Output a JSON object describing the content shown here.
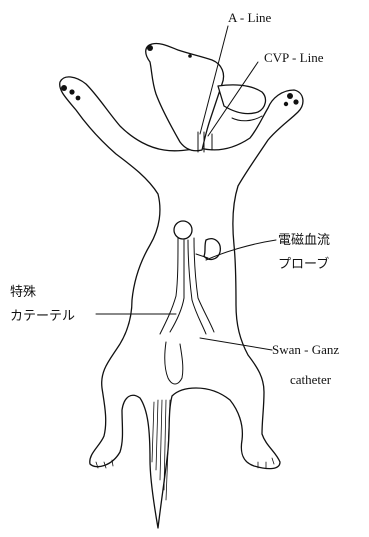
{
  "labels": {
    "a_line": "A - Line",
    "cvp_line": "CVP - Line",
    "em_probe_1": "電磁血流",
    "em_probe_2": "プローブ",
    "special_1": "特殊",
    "special_2": "カテーテル",
    "swan_ganz_1": "Swan - Ganz",
    "swan_ganz_2": "catheter"
  }
}
